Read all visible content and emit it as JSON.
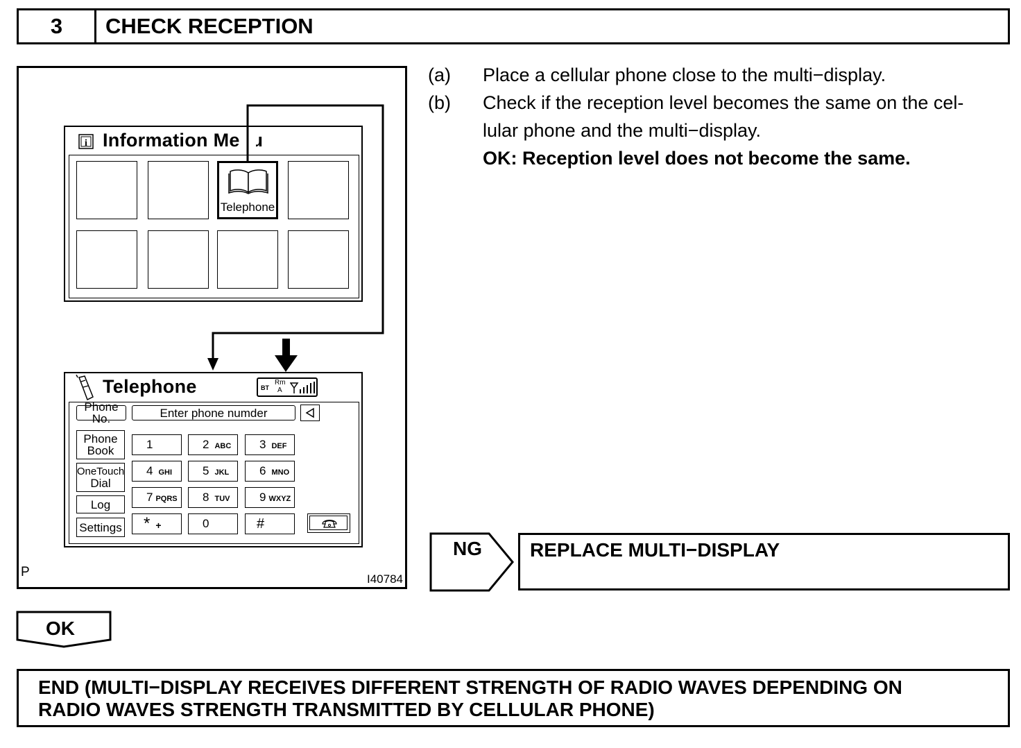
{
  "step": {
    "number": "3",
    "title": "CHECK RECEPTION"
  },
  "figure": {
    "info_menu": {
      "title": "Information Menu",
      "telephone_label": "Telephone"
    },
    "telephone_screen": {
      "title": "Telephone",
      "status": {
        "bt": "BT",
        "rm": "Rm",
        "a": "A"
      },
      "phone_no_label": "Phone No.",
      "phone_field_placeholder": "Enter phone numder",
      "side_buttons": {
        "phone_book_1": "Phone",
        "phone_book_2": "Book",
        "onetouch_1": "OneTouch",
        "onetouch_2": "Dial",
        "log": "Log",
        "settings": "Settings"
      },
      "keypad": [
        {
          "digit": "1",
          "letters": ""
        },
        {
          "digit": "2",
          "letters": "ABC"
        },
        {
          "digit": "3",
          "letters": "DEF"
        },
        {
          "digit": "4",
          "letters": "GHI"
        },
        {
          "digit": "5",
          "letters": "JKL"
        },
        {
          "digit": "6",
          "letters": "MNO"
        },
        {
          "digit": "7",
          "letters": "PQRS"
        },
        {
          "digit": "8",
          "letters": "TUV"
        },
        {
          "digit": "9",
          "letters": "WXYZ"
        },
        {
          "digit": "*",
          "letters": "+"
        },
        {
          "digit": "0",
          "letters": ""
        },
        {
          "digit": "#",
          "letters": ""
        }
      ]
    },
    "corner_label": "P",
    "figure_code": "I40784"
  },
  "instructions": {
    "a_label": "(a)",
    "a_text": "Place a cellular phone close to the multi−display.",
    "b_label": "(b)",
    "b_text_1": "Check if the reception level becomes the same on the cel-",
    "b_text_2": "lular phone and the multi−display.",
    "ok_text": "OK: Reception level does not become the same."
  },
  "ng": {
    "label": "NG",
    "action": "REPLACE MULTI−DISPLAY"
  },
  "ok": {
    "label": "OK"
  },
  "end": {
    "line1": "END (MULTI−DISPLAY RECEIVES DIFFERENT STRENGTH OF RADIO WAVES DEPENDING ON",
    "line2": "RADIO WAVES STRENGTH TRANSMITTED BY CELLULAR PHONE)"
  }
}
